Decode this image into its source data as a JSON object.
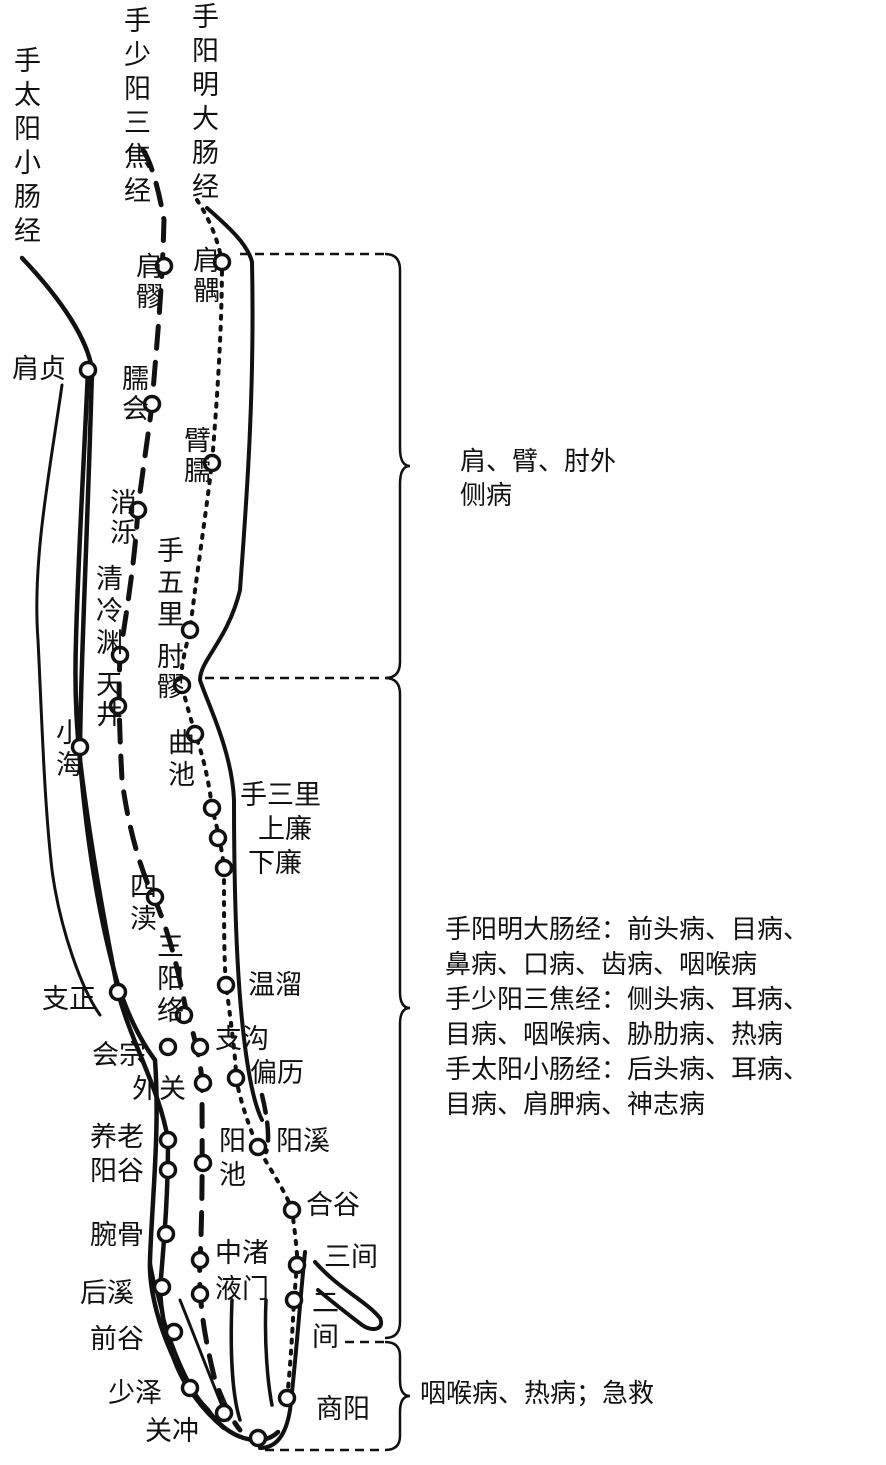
{
  "meridians": {
    "small_intestine": "手太阳小肠经",
    "san_jiao": "手少阳三焦经",
    "large_intestine": "手阳明大肠经"
  },
  "points": {
    "jianyu_li": "肩髃",
    "jianliao": "肩髎",
    "jianzhen": "肩贞",
    "naohui": "臑会",
    "binao": "臂臑",
    "xiaoluo": "消泺",
    "shouwuli": "手五里",
    "qinglengyuan": "清冷渊",
    "zhouliao": "肘髎",
    "tianjing": "天井",
    "xiaohai": "小海",
    "quchi": "曲池",
    "shousanli": "手三里",
    "shanglian": "上廉",
    "xialian": "下廉",
    "sidu": "四渎",
    "sanyangluo": "三阳络",
    "wenliu": "温溜",
    "zhizheng": "支正",
    "zhigou": "支沟",
    "huizong": "会宗",
    "pianli": "偏历",
    "waiguan": "外关",
    "yanglao": "养老",
    "yangxi": "阳溪",
    "yangchi": "阳池",
    "yanggu": "阳谷",
    "hegu": "合谷",
    "wangu": "腕骨",
    "zhongzhu": "中渚",
    "sanjian": "三间",
    "houxi": "后溪",
    "yemen": "液门",
    "erjian": "二间",
    "qiangu": "前谷",
    "shaoze": "少泽",
    "shangyang": "商阳",
    "guanchong": "关冲"
  },
  "indications": {
    "upper": [
      "肩、臂、肘外",
      "侧病"
    ],
    "middle": [
      "手阳明大肠经：前头病、目病、",
      "鼻病、口病、齿病、咽喉病",
      "手少阳三焦经：侧头病、耳病、",
      "目病、咽喉病、胁肋病、热病",
      "手太阳小肠经：后头病、耳病、",
      "目病、肩胛病、神志病"
    ],
    "lower": "咽喉病、热病；急救"
  }
}
